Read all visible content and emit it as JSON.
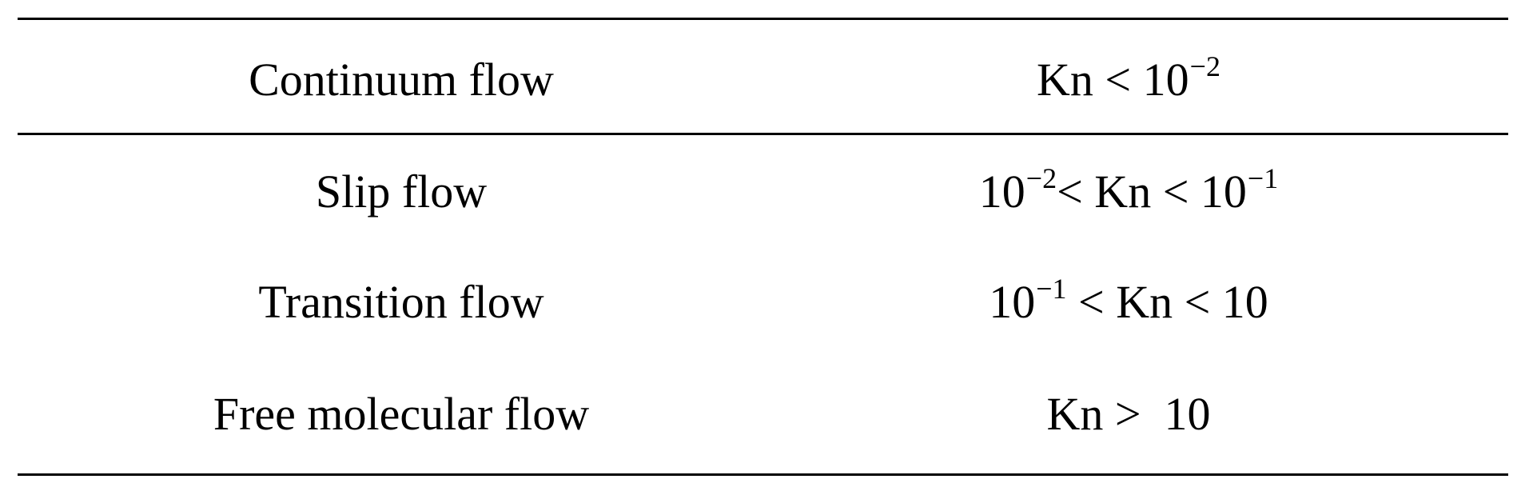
{
  "table": {
    "rows": [
      {
        "regime": "Continuum flow",
        "range": "Kn < 10−2",
        "range_parts": [
          {
            "text": "Kn < 10",
            "sup": "−2"
          }
        ]
      },
      {
        "regime": "Slip flow",
        "range": "10−2 < Kn < 10−1",
        "range_parts": [
          {
            "text": "10",
            "sup": "−2"
          },
          {
            "text": "< Kn < 10",
            "sup": "−1"
          }
        ]
      },
      {
        "regime": "Transition flow",
        "range": "10−1 < Kn < 10",
        "range_parts": [
          {
            "text": "10",
            "sup": "−1"
          },
          {
            "text": " < Kn < 10",
            "sup": ""
          }
        ]
      },
      {
        "regime": "Free molecular flow",
        "range": "Kn >  10",
        "range_parts": [
          {
            "text": "Kn >  10",
            "sup": ""
          }
        ]
      }
    ]
  }
}
